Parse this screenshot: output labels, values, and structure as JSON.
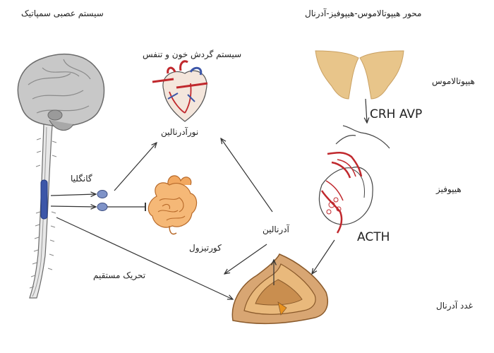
{
  "labels": {
    "sympathetic_title": "سیستم عصبی سمپاتیک",
    "hpa_title": "محور هیپوتالاموس-هیپوفیز-آدرنال",
    "circulatory": "سیستم گردش خون و تنفس",
    "noradrenaline": "نورآدرنالین",
    "ganglia": "گانگلیا",
    "cortisol": "کورتیزول",
    "direct_stim": "تحریک مستقیم",
    "adrenaline": "آدرنالین",
    "hypothalamus": "هیپوتالاموس",
    "hormones": "CRH  AVP",
    "pituitary": "هیپوفیز",
    "acth": "ACTH",
    "adrenal": "غدد آدرنال"
  },
  "colors": {
    "brain": "#bdbdbd",
    "hypothalamus": "#e8c58a",
    "adrenal": "#d8a673",
    "vessels": "#c0282d",
    "gut": "#f2a860",
    "ganglia": "#7f93c8"
  }
}
